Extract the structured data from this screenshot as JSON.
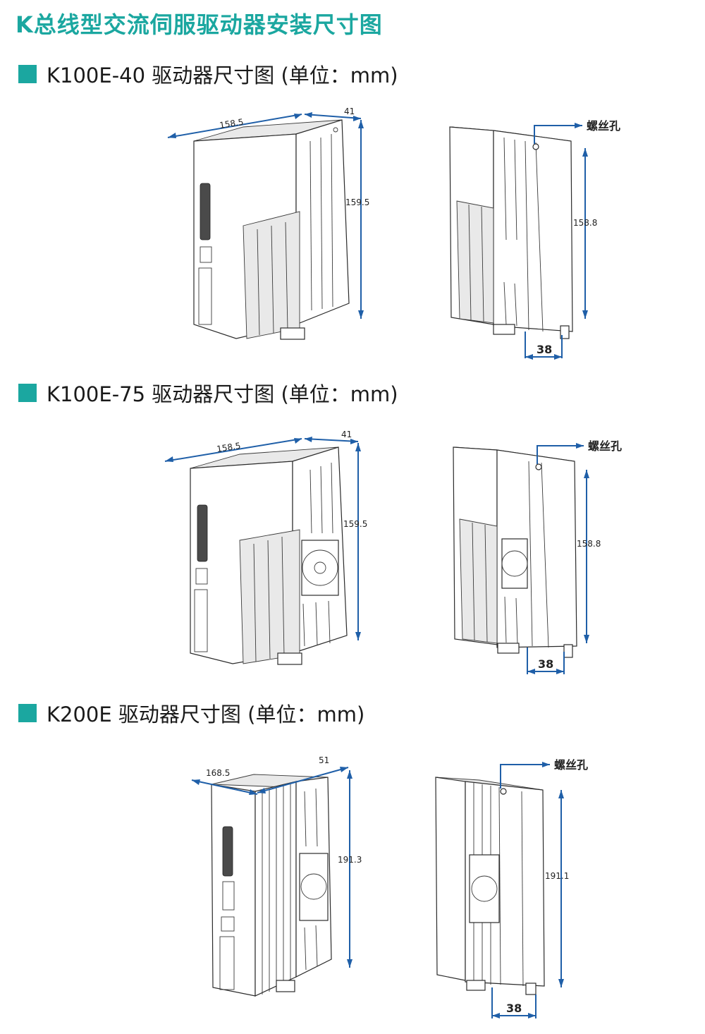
{
  "page_title": "K总线型交流伺服驱动器安装尺寸图",
  "colors": {
    "accent": "#1ba7a0",
    "dimension": "#1f5fa8"
  },
  "sections": [
    {
      "heading": "K100E-40 驱动器尺寸图 (单位：mm)",
      "front": {
        "depth": "158.5",
        "width": "41",
        "height": "159.5"
      },
      "side": {
        "callout": "螺丝孔",
        "height": "158.8",
        "hole_spacing": "38"
      }
    },
    {
      "heading": "K100E-75 驱动器尺寸图 (单位：mm)",
      "front": {
        "depth": "158.5",
        "width": "41",
        "height": "159.5"
      },
      "side": {
        "callout": "螺丝孔",
        "height": "158.8",
        "hole_spacing": "38"
      }
    },
    {
      "heading": "K200E 驱动器尺寸图 (单位：mm)",
      "front": {
        "depth": "168.5",
        "width": "51",
        "height": "191.3"
      },
      "side": {
        "callout": "螺丝孔",
        "height": "191.1",
        "hole_spacing": "38"
      }
    }
  ]
}
